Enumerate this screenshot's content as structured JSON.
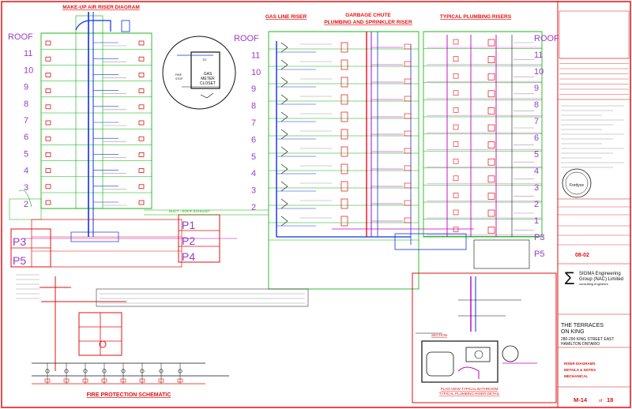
{
  "titles": {
    "makeup": "MAKE-UP AIR RISER DIAGRAM",
    "gas": "GAS LINE RISER",
    "garbage1": "GARBAGE CHUTE",
    "garbage2": "PLUMBING AND SPRINKLER RISER",
    "typical": "TYPICAL PLUMBING RISERS",
    "fire": "FIRE PROTECTION SCHEMATIC",
    "section": "SECTION",
    "plan1": "PLAN VIEW TYPICAL BATHROOM",
    "plan2": "TYPICAL PLUMBING RISER DETAIL"
  },
  "floors": [
    "ROOF",
    "11",
    "10",
    "9",
    "8",
    "7",
    "6",
    "5",
    "4",
    "3",
    "2"
  ],
  "parking": [
    "P1",
    "P2",
    "P3",
    "P4",
    "P5"
  ],
  "right_levels": [
    "ROOF",
    "11",
    "10",
    "9",
    "8",
    "7",
    "6",
    "5",
    "4",
    "3",
    "2",
    "1",
    "P3",
    "P5"
  ],
  "duct_note": "DUCT - ROOF EXHAUST",
  "detail": {
    "l1": "GAS",
    "l2": "METER",
    "l3": "CLOSET"
  },
  "title_block": {
    "firm1": "SIGMA Engineering",
    "firm2": "Group (NAC) Limited",
    "firm3": "consulting engineers",
    "project1": "THE TERRACES",
    "project2": "ON KING",
    "address1": "280-290 KING STREET EAST",
    "address2": "HAMILTON  ONTARIO",
    "sheet_title1": "RISER DIAGRAMS",
    "sheet_title2": "DETAILS & NOTES",
    "sheet_title3": "MECHANICAL",
    "project_no": "08-02",
    "drawing_no": "M-14",
    "of": "of",
    "total": "18",
    "seal": "Fordyce",
    "sigma": "Σ"
  },
  "colors": {
    "red": "#e01010",
    "blue": "#1030e0",
    "magenta": "#c000c0",
    "green": "#00b000",
    "black": "#101010",
    "purple": "#9a3cc8"
  }
}
